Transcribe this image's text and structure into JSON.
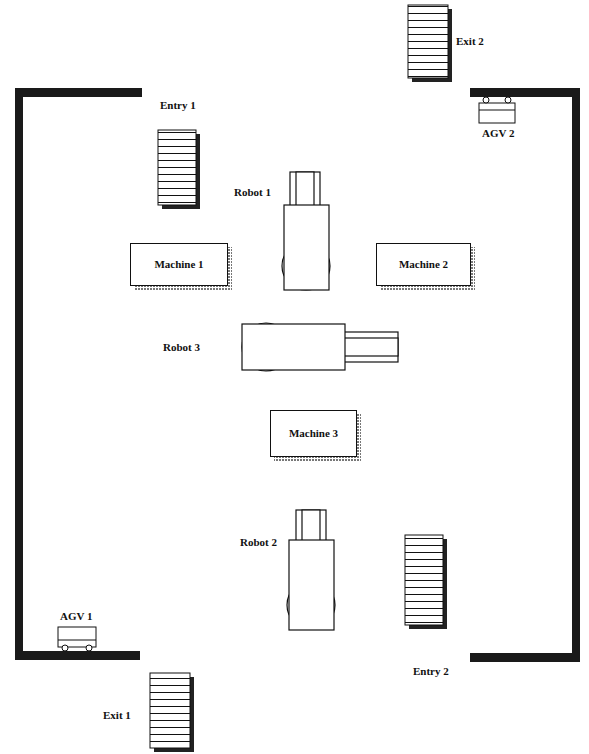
{
  "diagram": {
    "nodes": [
      {
        "text": [
          "Machine 1"
        ]
      },
      {
        "text": [
          "Machine 2"
        ]
      },
      {
        "text": [
          "Machine 3"
        ]
      }
    ],
    "labels": [
      "Exit 2",
      "Entry 1",
      "AGV 2",
      "Robot 1",
      "Robot 3",
      "Robot 2",
      "AGV 1",
      "Entry 2",
      "Exit 1"
    ]
  }
}
